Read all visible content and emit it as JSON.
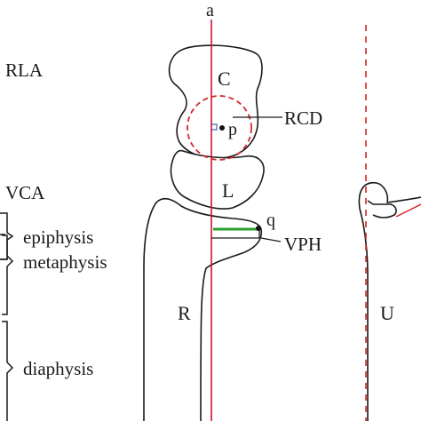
{
  "labels": {
    "a": "a",
    "rla": "RLA",
    "vca": "VCA",
    "c": "C",
    "p": "p",
    "rcd": "RCD",
    "l": "L",
    "q": "q",
    "vph": "VPH",
    "r": "R",
    "u": "U",
    "epiphysis": "epiphysis",
    "metaphysis": "metaphysis",
    "diaphysis": "diaphysis"
  },
  "colors": {
    "axis": "#c8102e",
    "circle": "#d62728",
    "vph_bar": "#2ca02c",
    "outline": "#1a1a1a",
    "point": "#111111"
  }
}
